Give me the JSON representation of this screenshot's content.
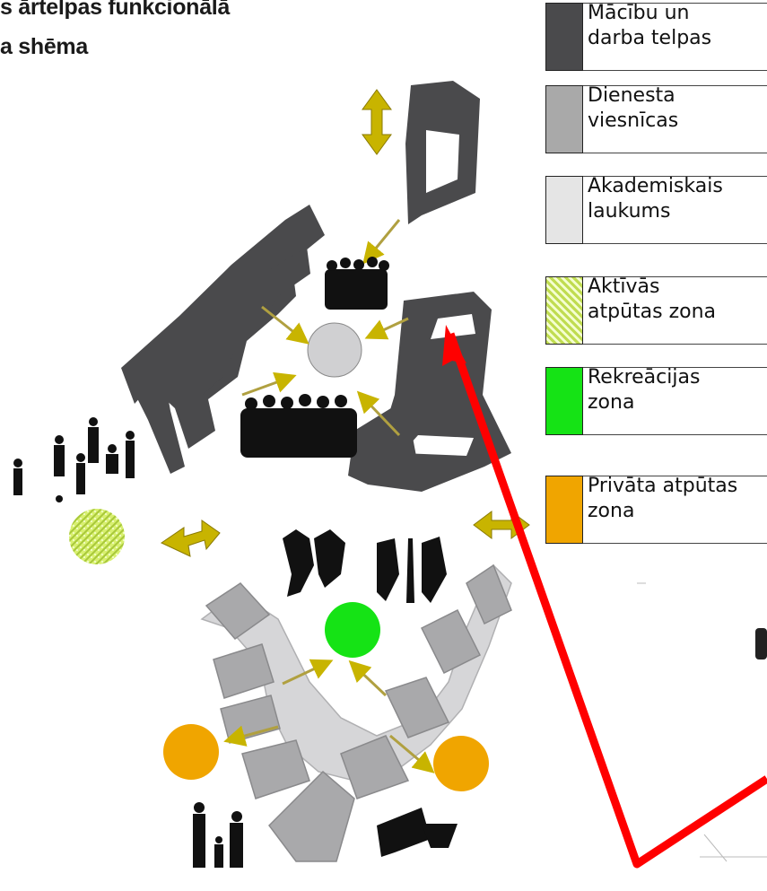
{
  "title": {
    "line1": "s ārtelpas funkcionālā",
    "line2": "a shēma"
  },
  "legend": [
    {
      "label": "Mācību un\ndarba telpas",
      "color": "#4a4a4c"
    },
    {
      "label": "Dienesta\nviesnīcas",
      "color": "#a9a9a9"
    },
    {
      "label": "Akademiskais\nlaukums",
      "color": "#e5e5e5"
    },
    {
      "label": "Aktīvās\natpūtas zona",
      "color": "#d4ee6a"
    },
    {
      "label": "Rekreācijas\nzona",
      "color": "#15e315"
    },
    {
      "label": "Privāta atpūtas\nzona",
      "color": "#f0a500"
    }
  ],
  "colors": {
    "building_dark": "#4a4a4c",
    "building_light": "#a9a9ab",
    "plaza": "#d6d6d8",
    "arrow": "#c8b400",
    "arrow_connector": "#b0a040",
    "silhouette": "#111111",
    "annotation_pointer": "#ff0000"
  },
  "icons": {
    "people_group": "people-silhouette-icon",
    "sports": "sports-silhouette-icon",
    "family": "family-silhouette-icon",
    "reading": "reading-person-icon"
  }
}
